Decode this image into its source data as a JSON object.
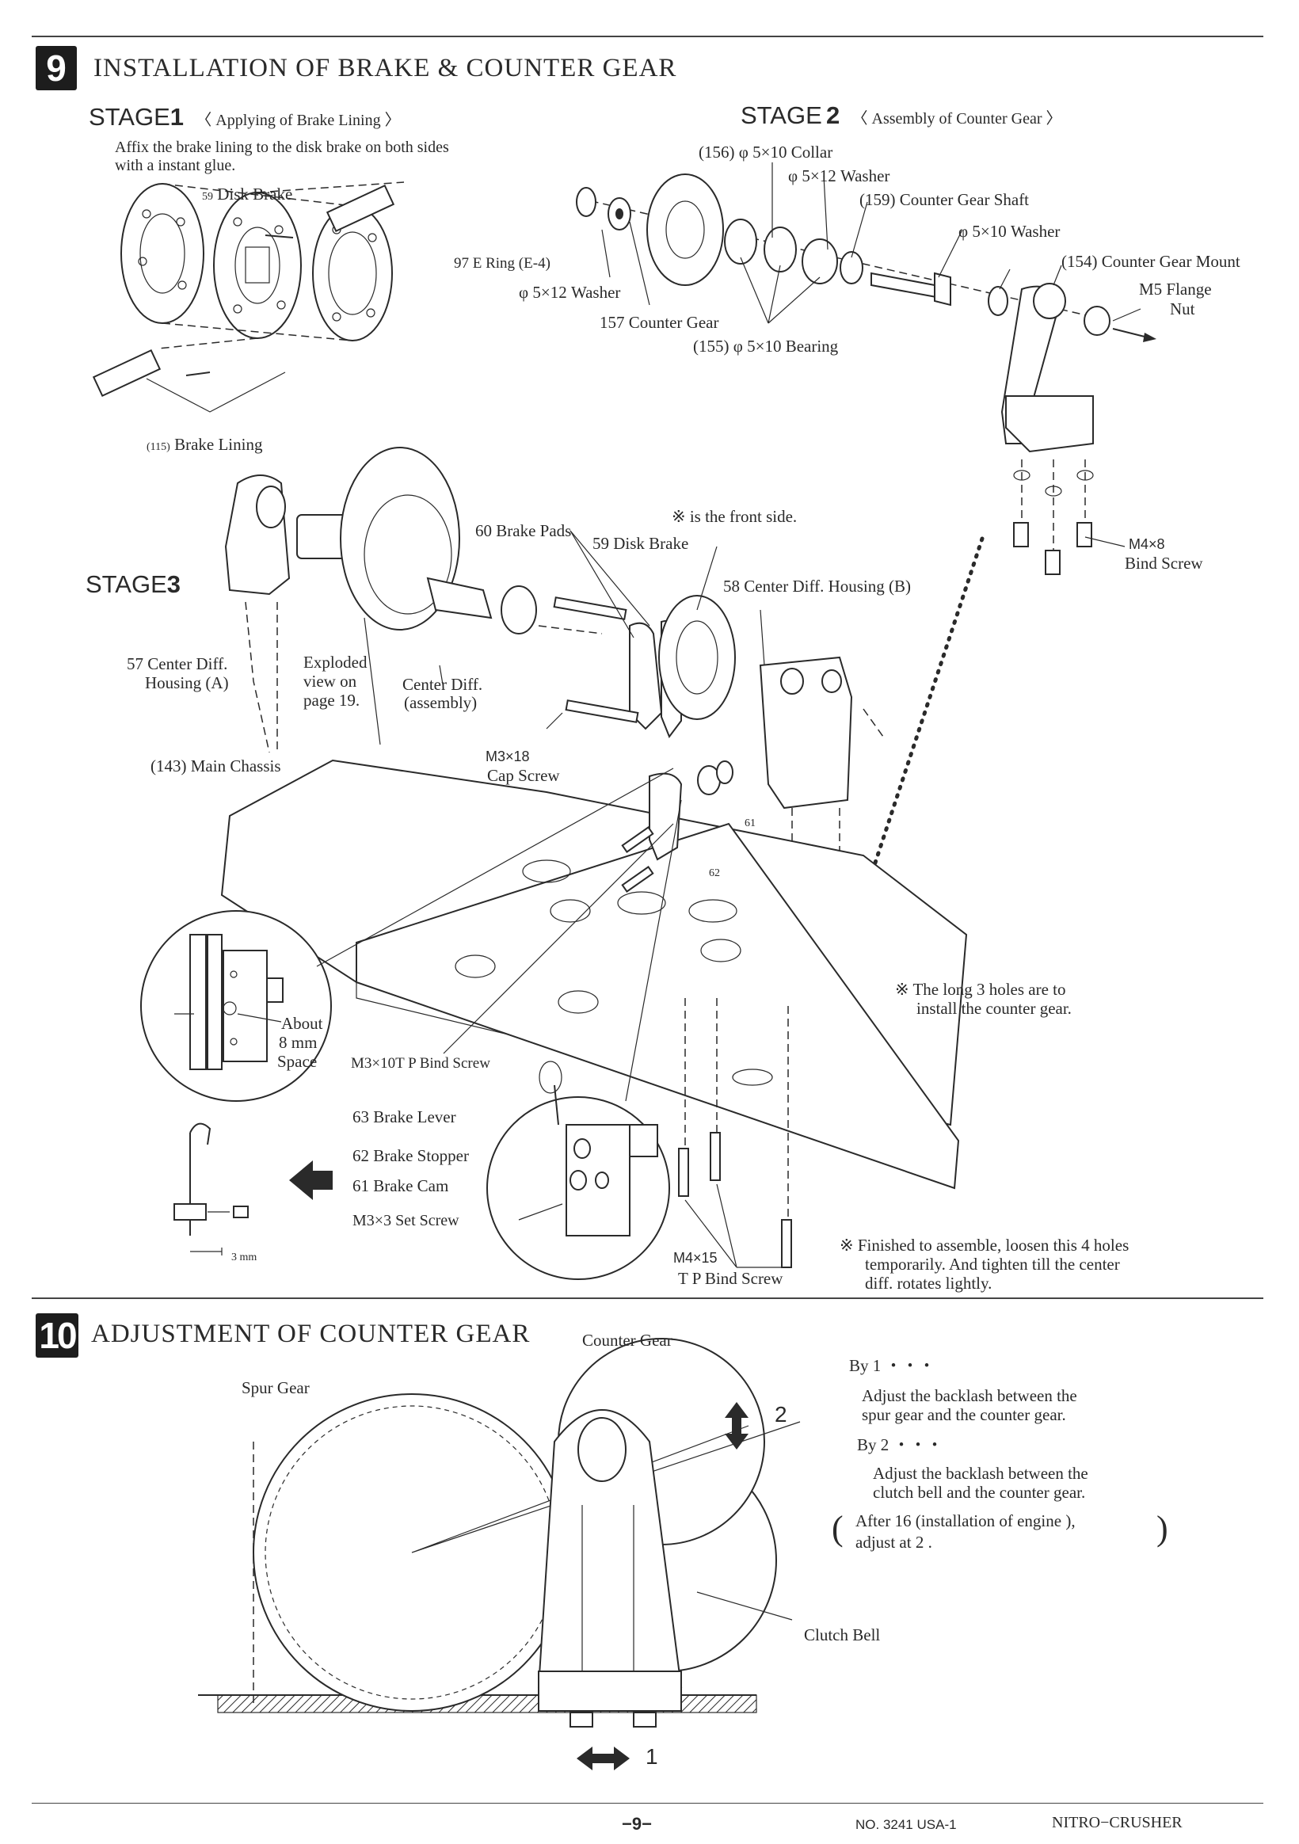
{
  "section9": {
    "number": "9",
    "title": "INSTALLATION OF BRAKE & COUNTER GEAR",
    "stage1": {
      "label": "STAGE",
      "num": "1",
      "subtitle": "〈 Applying of Brake Lining 〉",
      "instruction_line1": "Affix the brake lining to the disk brake on both sides",
      "instruction_line2": "with a  instant glue.",
      "disk_brake_pn": "59",
      "disk_brake": "Disk Brake",
      "brake_lining_pn": "(115)",
      "brake_lining": "Brake Lining"
    },
    "stage2": {
      "label": "STAGE",
      "num": "2",
      "subtitle": "〈 Assembly of Counter Gear 〉",
      "parts": {
        "collar": "(156) φ 5×10 Collar",
        "washer_5x12_top": "φ 5×12 Washer",
        "shaft": "(159) Counter Gear Shaft",
        "washer_5x10": "φ 5×10 Washer",
        "mount": "(154) Counter Gear Mount",
        "flange_nut_1": "M5 Flange",
        "flange_nut_2": "Nut",
        "e_ring": "97 E Ring (E-4)",
        "washer_5x12_bottom": "φ 5×12 Washer",
        "counter_gear": "157 Counter Gear",
        "bearing": "(155) φ 5×10 Bearing",
        "bind_screw_1": "M4×8",
        "bind_screw_2": "Bind Screw"
      }
    },
    "stage3": {
      "label": "STAGE",
      "num": "3",
      "front_side_note": "※ is the front side.",
      "brake_pads": "60  Brake Pads",
      "disk_brake": "59  Disk Brake",
      "center_diff_housing_b": "58 Center Diff. Housing (B)",
      "center_diff_housing_a_1": "57 Center Diff.",
      "center_diff_housing_a_2": "Housing (A)",
      "exploded_1": "Exploded",
      "exploded_2": "view on",
      "exploded_3": "page 19.",
      "center_diff_assembly_1": "Center Diff.",
      "center_diff_assembly_2": "(assembly)",
      "main_chassis": "(143) Main Chassis",
      "cap_screw_1": "M3×18",
      "cap_screw_2": "Cap Screw",
      "ref_61": "61",
      "ref_62": "62",
      "about_1": "About",
      "about_2": "8  mm",
      "about_3": "Space",
      "tp_bind_screw": "M3×10T P Bind Screw",
      "brake_lever": "63 Brake Lever",
      "brake_stopper": "62 Brake Stopper",
      "brake_cam": "61 Brake Cam",
      "set_screw": "M3×3 Set Screw",
      "long_holes_1": "※ The long 3 holes are to",
      "long_holes_2": "install the counter gear.",
      "m4_screw_1": "M4×15",
      "m4_screw_2": "T P Bind Screw",
      "finished_1": "※ Finished to assemble, loosen this 4 holes",
      "finished_2": "temporarily.    And tighten till the center",
      "finished_3": "diff. rotates lightly.",
      "mm_label": "3 mm"
    }
  },
  "section10": {
    "number": "10",
    "title": "ADJUSTMENT OF COUNTER GEAR",
    "counter_gear": "Counter Gear",
    "spur_gear": "Spur Gear",
    "clutch_bell": "Clutch Bell",
    "arrow_1": "1",
    "arrow_2": "2",
    "by1": "By 1 ・・・",
    "by1_text_1": "Adjust the backlash between the",
    "by1_text_2": "spur gear and the counter gear.",
    "by2": "By 2 ・・・",
    "by2_text_1": "Adjust the backlash between the",
    "by2_text_2": "clutch bell and the counter gear.",
    "after_1": "After  16  (installation of engine ),",
    "after_2": "adjust at 2 ."
  },
  "footer": {
    "page": "−9−",
    "doc_no": "NO. 3241 USA-1",
    "model": "NITRO−CRUSHER"
  }
}
